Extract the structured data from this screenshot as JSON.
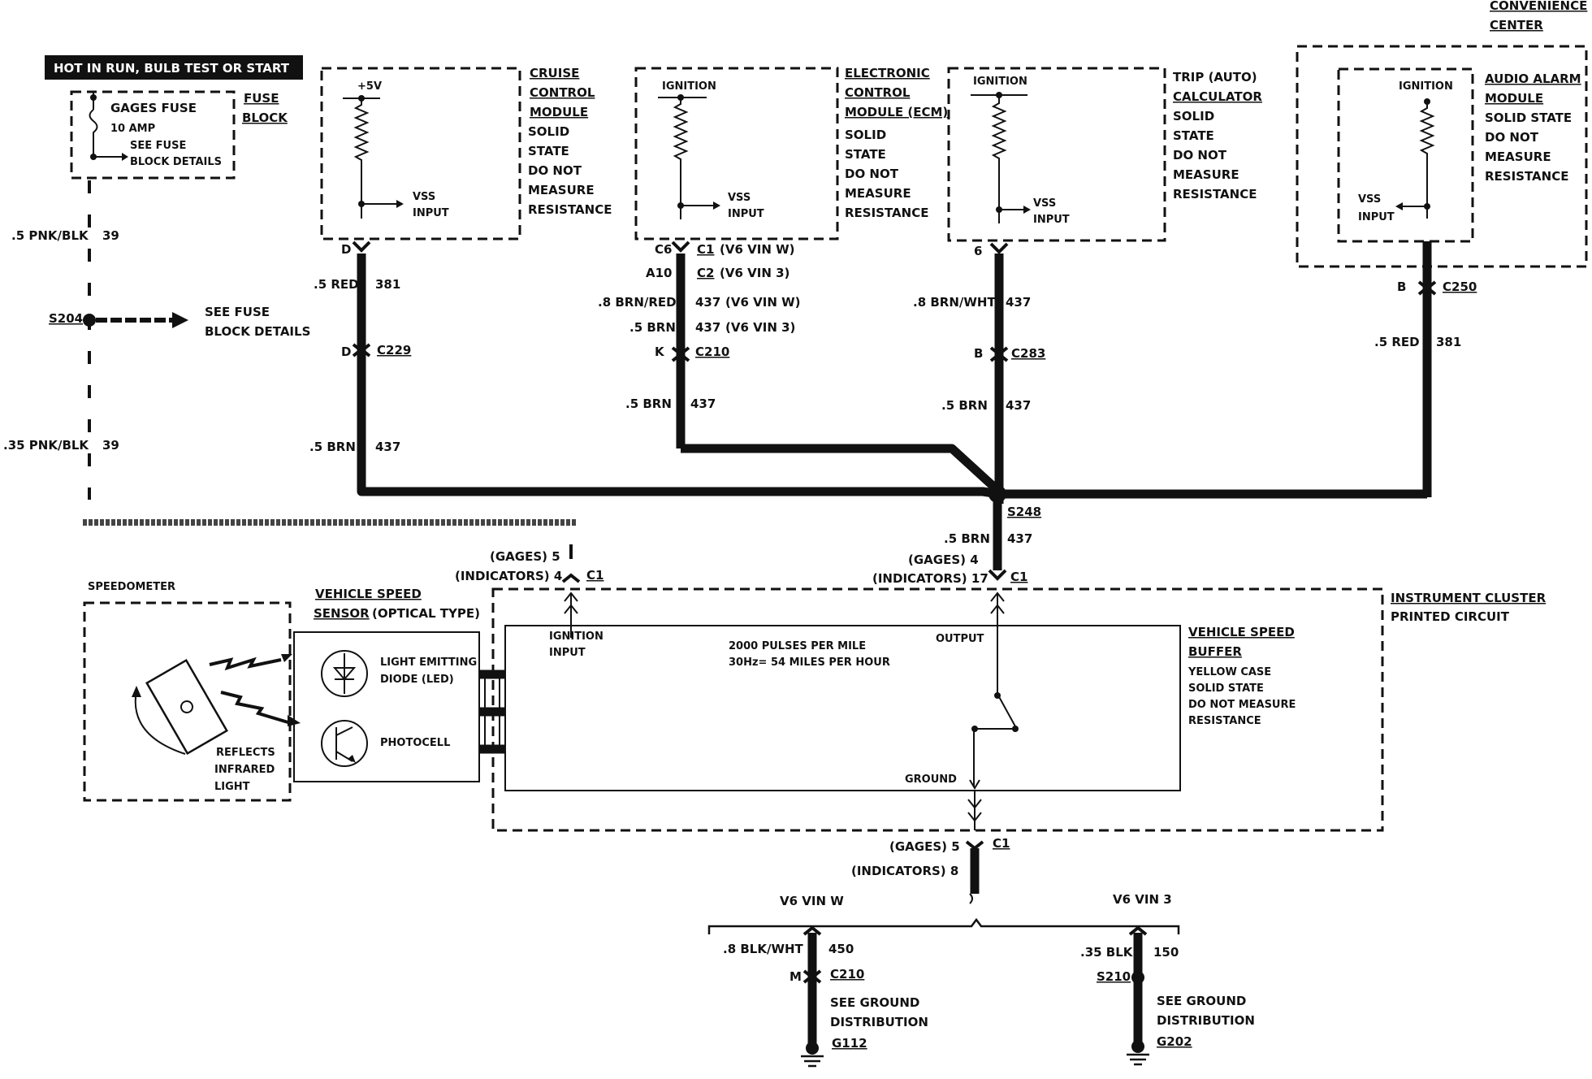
{
  "hot_banner": "HOT IN RUN, BULB TEST OR START",
  "fuse": {
    "name": "GAGES FUSE",
    "rating": "10 AMP",
    "see": "SEE FUSE",
    "details": "BLOCK DETAILS",
    "block1": "FUSE",
    "block2": "BLOCK"
  },
  "left_wire": {
    "gauge1": ".5 PNK/BLK",
    "circ1": "39",
    "splice": "S204",
    "see1": "SEE FUSE",
    "see2": "BLOCK DETAILS",
    "gauge2": ".35 PNK/BLK",
    "circ2": "39"
  },
  "cruise": {
    "l1": "CRUISE",
    "l2": "CONTROL",
    "l3": "MODULE",
    "d1": "SOLID",
    "d2": "STATE",
    "d3": "DO NOT",
    "d4": "MEASURE",
    "d5": "RESISTANCE",
    "supply": "+5V",
    "vss1": "VSS",
    "vss2": "INPUT",
    "pin": "D",
    "w1": ".5 RED",
    "c1": "381",
    "conn_pin": "D",
    "conn": "C229",
    "w2": ".5 BRN",
    "c2": "437"
  },
  "ecm": {
    "l1": "ELECTRONIC",
    "l2": "CONTROL",
    "l3": "MODULE (ECM)",
    "d1": "SOLID",
    "d2": "STATE",
    "d3": "DO NOT",
    "d4": "MEASURE",
    "d5": "RESISTANCE",
    "supply": "IGNITION",
    "vss1": "VSS",
    "vss2": "INPUT",
    "pin1": "C6",
    "conn1": "C1",
    "note1": "(V6 VIN W)",
    "pin2": "A10",
    "conn2": "C2",
    "note2": "(V6 VIN 3)",
    "w1": ".8 BRN/RED",
    "c1": "437",
    "n1": "(V6 VIN W)",
    "w2": ".5 BRN",
    "c2": "437",
    "n2": "(V6 VIN 3)",
    "conn_pin": "K",
    "conn": "C210",
    "w3": ".5 BRN",
    "c3": "437"
  },
  "trip": {
    "l1": "TRIP (AUTO)",
    "l2": "CALCULATOR",
    "d1": "SOLID",
    "d2": "STATE",
    "d3": "DO NOT",
    "d4": "MEASURE",
    "d5": "RESISTANCE",
    "supply": "IGNITION",
    "vss1": "VSS",
    "vss2": "INPUT",
    "pin": "6",
    "w1": ".8 BRN/WHT",
    "c1": "437",
    "conn_pin": "B",
    "conn": "C283",
    "w2": ".5 BRN",
    "c2": "437"
  },
  "alarm": {
    "cc1": "CONVENIENCE",
    "cc2": "CENTER",
    "l1": "AUDIO ALARM",
    "l2": "MODULE",
    "d1": "SOLID STATE",
    "d2": "DO NOT",
    "d3": "MEASURE",
    "d4": "RESISTANCE",
    "supply": "IGNITION",
    "vss1": "VSS",
    "vss2": "INPUT",
    "pin": "B",
    "conn": "C250",
    "w1": ".5 RED",
    "c1": "381"
  },
  "junction": {
    "splice": "S248",
    "w": ".5 BRN",
    "c": "437",
    "gages": "(GAGES) 4",
    "indicators": "(INDICATORS) 17",
    "conn": "C1"
  },
  "ign_in": {
    "gages": "(GAGES) 5",
    "indicators": "(INDICATORS) 4",
    "conn": "C1",
    "t1": "IGNITION",
    "t2": "INPUT"
  },
  "speedo": {
    "title": "SPEEDOMETER",
    "refl1": "REFLECTS",
    "refl2": "INFRARED",
    "refl3": "LIGHT"
  },
  "vss": {
    "l1": "VEHICLE SPEED",
    "l2": "SENSOR",
    "l3": "(OPTICAL TYPE)",
    "led1": "LIGHT EMITTING",
    "led2": "DIODE (LED)",
    "photo": "PHOTOCELL"
  },
  "cluster": {
    "l1": "INSTRUMENT CLUSTER",
    "l2": "PRINTED CIRCUIT"
  },
  "buffer": {
    "p1": "2000 PULSES PER MILE",
    "p2": "30Hz= 54 MILES PER HOUR",
    "output": "OUTPUT",
    "ground": "GROUND",
    "t1": "VEHICLE SPEED",
    "t2": "BUFFER",
    "d1": "YELLOW CASE",
    "d2": "SOLID STATE",
    "d3": "DO NOT MEASURE",
    "d4": "RESISTANCE"
  },
  "ground": {
    "gages": "(GAGES) 5",
    "indicators": "(INDICATORS) 8",
    "conn": "C1",
    "vinw": "V6 VIN W",
    "vin3": "V6 VIN 3",
    "lw": ".8 BLK/WHT",
    "lc": "450",
    "lpin": "M",
    "lconn": "C210",
    "lsee1": "SEE GROUND",
    "lsee2": "DISTRIBUTION",
    "lg": "G112",
    "rw": ".35 BLK",
    "rc": "150",
    "rsplice": "S210",
    "rsee1": "SEE GROUND",
    "rsee2": "DISTRIBUTION",
    "rg": "G202"
  }
}
